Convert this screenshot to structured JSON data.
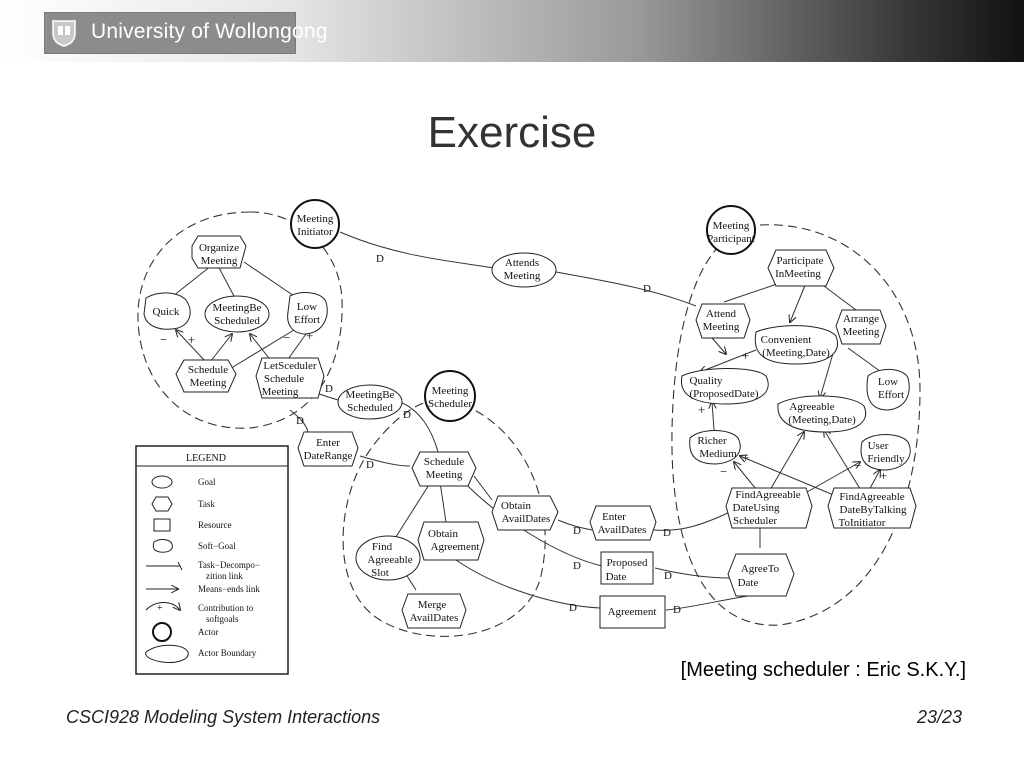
{
  "header": {
    "university": "University of Wollongong"
  },
  "slide": {
    "title": "Exercise",
    "caption": "[Meeting scheduler : Eric S.K.Y.]",
    "footer_left": "CSCI928 Modeling System Interactions",
    "page": "23/23"
  },
  "diagram": {
    "actors": {
      "initiator": [
        "Meeting",
        "Initiator"
      ],
      "scheduler": [
        "Meeting",
        "Scheduler"
      ],
      "participant": [
        "Meeting",
        "Participant"
      ]
    },
    "initiator_elements": {
      "organize_meeting": [
        "Organize",
        "Meeting"
      ],
      "quick": [
        "Quick"
      ],
      "meeting_be_scheduled": [
        "MeetingBe",
        "Scheduled"
      ],
      "low_effort": [
        "Low",
        "Effort"
      ],
      "schedule_meeting": [
        "Schedule",
        "Meeting"
      ],
      "let_scheduler": [
        "LetSceduler",
        "Schedule",
        "Meeting"
      ]
    },
    "dependums": {
      "attends_meeting": [
        "Attends",
        "Meeting"
      ],
      "meeting_be_scheduled": [
        "MeetingBe",
        "Scheduled"
      ],
      "enter_date_range": [
        "Enter",
        "DateRange"
      ],
      "enter_avail_dates": [
        "Enter",
        "AvailDates"
      ],
      "proposed_date": [
        "Proposed",
        "Date"
      ],
      "agreement": [
        "Agreement"
      ]
    },
    "scheduler_elements": {
      "schedule_meeting": [
        "Schedule",
        "Meeting"
      ],
      "obtain_avail_dates": [
        "Obtain",
        "AvailDates"
      ],
      "obtain_agreement": [
        "Obtain",
        "Agreement"
      ],
      "find_agreeable_slot": [
        "Find",
        "Agreeable",
        "Slot"
      ],
      "merge_avail_dates": [
        "Merge",
        "AvailDates"
      ]
    },
    "participant_elements": {
      "participate": [
        "Participate",
        "InMeeting"
      ],
      "attend_meeting": [
        "Attend",
        "Meeting"
      ],
      "convenient": [
        "Convenient",
        "(Meeting,Date)"
      ],
      "arrange_meeting": [
        "Arrange",
        "Meeting"
      ],
      "quality": [
        "Quality",
        "(ProposedDate)"
      ],
      "agreeable": [
        "Agreeable",
        "(Meeting,Date)"
      ],
      "low_effort": [
        "Low",
        "Effort"
      ],
      "richer_medium": [
        "Richer",
        "Medium"
      ],
      "user_friendly": [
        "User",
        "Friendly"
      ],
      "find_using_scheduler": [
        "FindAgreeable",
        "DateUsing",
        "Scheduler"
      ],
      "find_by_talking": [
        "FindAgreeable",
        "DateByTalking",
        "ToInitiator"
      ],
      "agree_to_date": [
        "AgreeTo",
        "Date"
      ]
    },
    "dep_marker": "D",
    "plus": "+",
    "minus": "−",
    "legend": {
      "title": "LEGEND",
      "items": [
        [
          "Goal"
        ],
        [
          "Task"
        ],
        [
          "Resource"
        ],
        [
          "Soft−Goal"
        ],
        [
          "Task−Decompo−",
          "zition link"
        ],
        [
          "Means−ends link"
        ],
        [
          "Contribution to",
          "softgoals"
        ],
        [
          "Actor"
        ],
        [
          "Actor Boundary"
        ]
      ]
    }
  }
}
